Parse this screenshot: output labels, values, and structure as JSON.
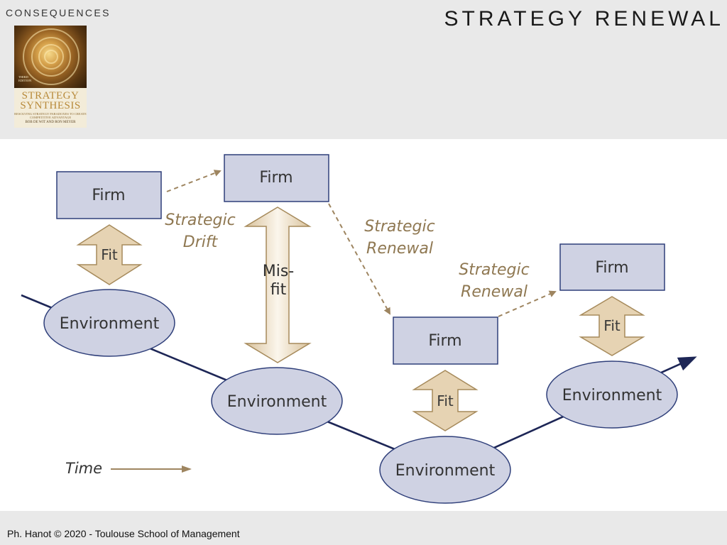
{
  "header": {
    "section": "CONSEQUENCES",
    "title": "STRATEGY RENEWAL",
    "book": {
      "edition": "THIRD EDITION",
      "title_line1": "STRATEGY",
      "title_line2": "SYNTHESIS",
      "subtitle": "RESOLVING STRATEGY PARADOXES TO CREATE COMPETITIVE ADVANTAGE",
      "authors": "BOB DE WIT AND RON MEYER"
    }
  },
  "diagram": {
    "firm_label": "Firm",
    "environment_label": "Environment",
    "fit_label": "Fit",
    "misfit_line1": "Mis-",
    "misfit_line2": "fit",
    "strategic": "Strategic",
    "drift": "Drift",
    "renewal": "Renewal",
    "time_label": "Time",
    "colors": {
      "box_fill": "#cfd2e3",
      "box_stroke": "#2f3f7a",
      "ellipse_fill": "#cfd2e3",
      "arrow_fill": "#e6d3b3",
      "arrow_stroke": "#a68a5b",
      "dashed": "#9e8560",
      "italic_text": "#8f7852",
      "timeline": "#1d2656"
    }
  },
  "footer": {
    "text": "Ph. Hanot © 2020  -  Toulouse School of Management"
  }
}
